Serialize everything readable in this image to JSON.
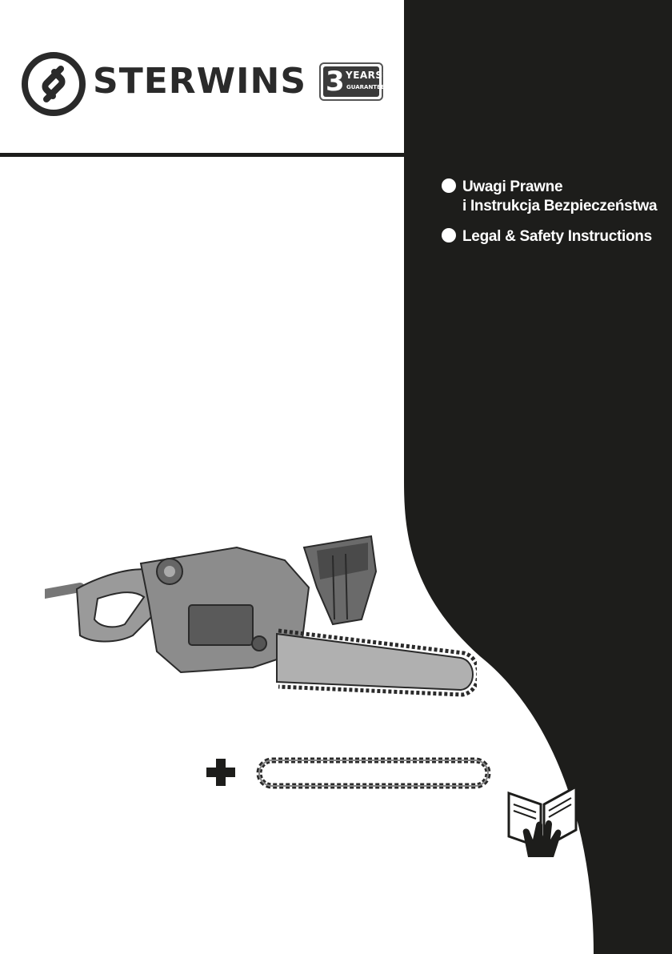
{
  "brand": {
    "name": "STERWINS",
    "logo_icon": "s-circle-logo-icon"
  },
  "guarantee": {
    "number": "3",
    "years_label": "YEARS*",
    "word": "GUARANTEE"
  },
  "languages": [
    {
      "line1": "Uwagi Prawne",
      "line2": "i Instrukcja Bezpieczeństwa"
    },
    {
      "line1": "Legal & Safety Instructions"
    }
  ],
  "icons": {
    "plus": "plus-icon",
    "spare_chain": "saw-chain-icon",
    "manual": "read-manual-icon",
    "product": "electric-chainsaw-illustration"
  },
  "colors": {
    "dark": "#1d1d1b",
    "text": "#2a2a2a",
    "panel_text": "#ffffff"
  }
}
